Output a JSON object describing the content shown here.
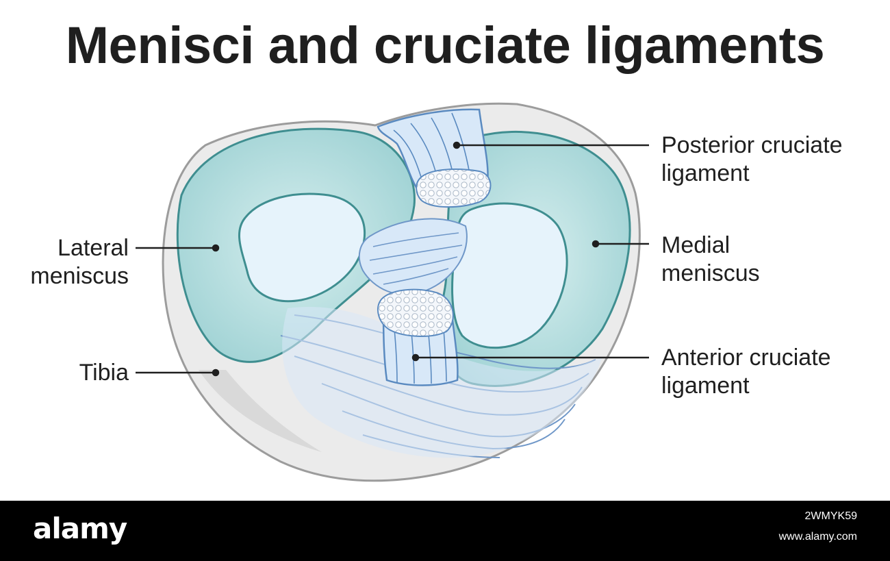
{
  "title": "Menisci and cruciate ligaments",
  "labels": {
    "posterior_cruciate": "Posterior cruciate ligament",
    "lateral_meniscus": "Lateral meniscus",
    "medial_meniscus": "Medial meniscus",
    "tibia": "Tibia",
    "anterior_cruciate": "Anterior cruciate ligament"
  },
  "footer": {
    "brand": "alamy",
    "image_id": "2WMYK59",
    "site": "www.alamy.com"
  },
  "colors": {
    "meniscus_fill": "#b7dfe0",
    "meniscus_outline": "#3f8e90",
    "plateau_fill": "#e6f3fb",
    "ligament_fill": "#d8e8f8",
    "ligament_stroke": "#5a8ac0",
    "tibia_fill": "#ebebeb",
    "tibia_outline": "#9c9c9c",
    "footer_bg": "#000000"
  }
}
